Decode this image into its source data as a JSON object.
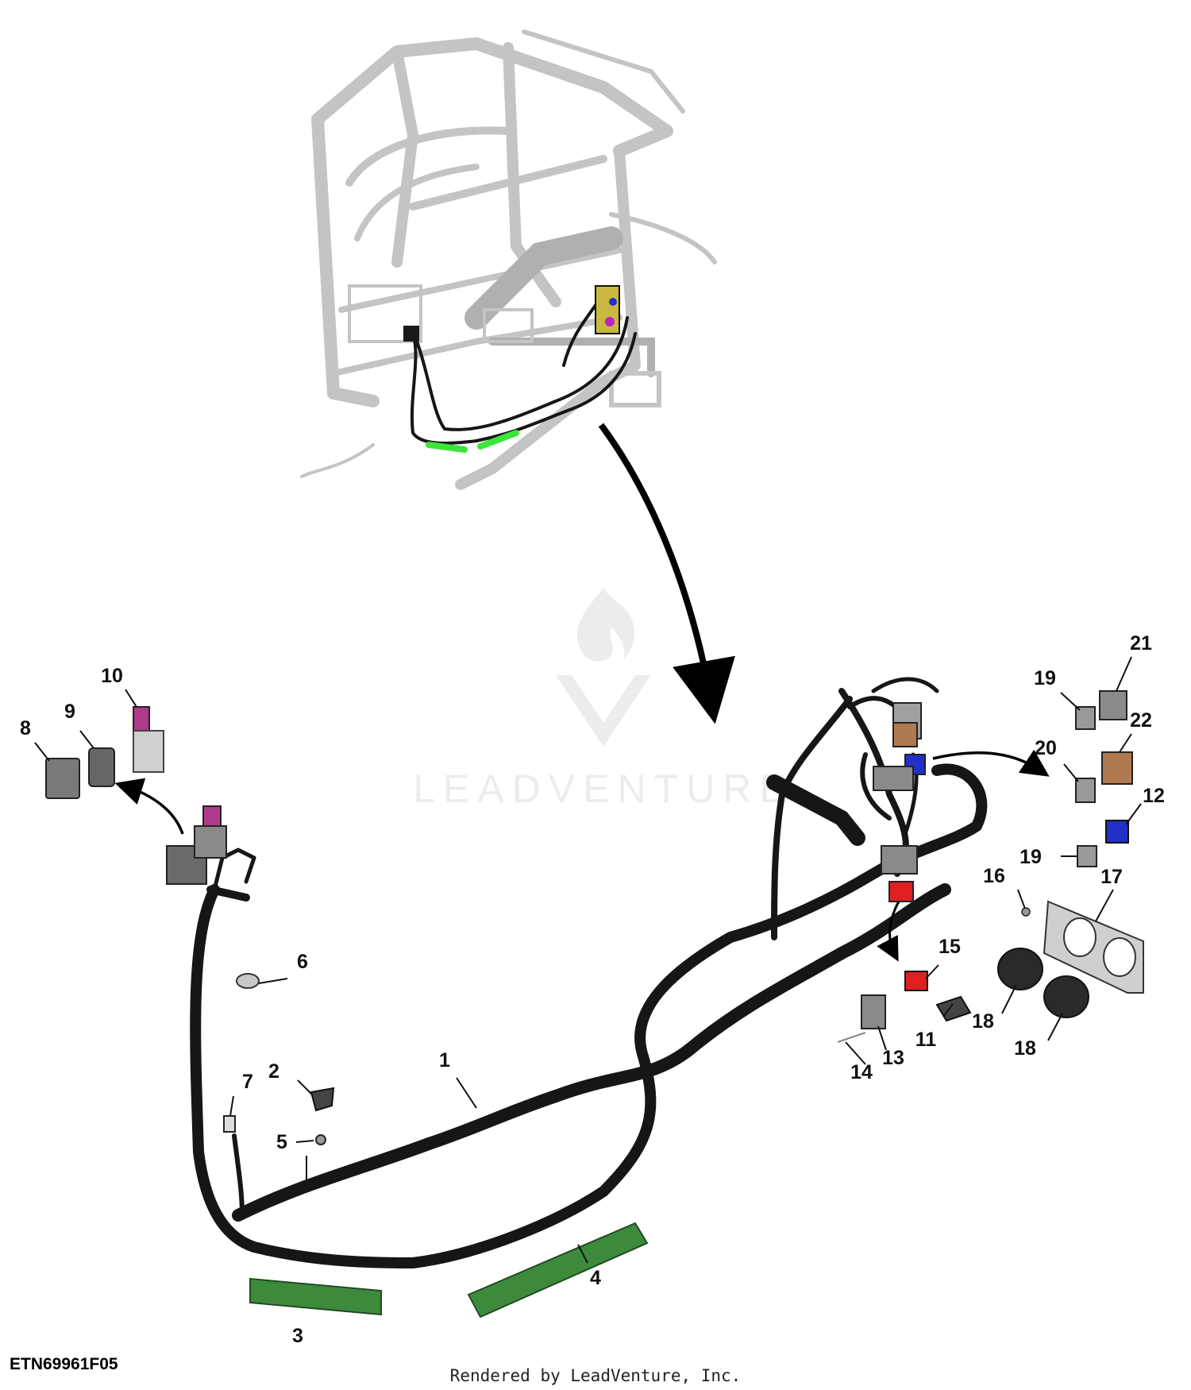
{
  "figure_id": "ETN69961F05",
  "credit": "Rendered by LeadVenture, Inc.",
  "watermark": {
    "text": "LEADVENTURE",
    "color": "#ececec"
  },
  "callouts": [
    "1",
    "2",
    "3",
    "4",
    "5",
    "6",
    "7",
    "8",
    "9",
    "10",
    "11",
    "12",
    "13",
    "14",
    "15",
    "16",
    "17",
    "18",
    "18",
    "19",
    "19",
    "20",
    "21",
    "22"
  ],
  "colors": {
    "harness": "#161616",
    "cab_outline": "#c4c4c4",
    "trough_green": "#3d8a3d",
    "highlight_green": "#39e639",
    "connector_magenta": "#b03a8a",
    "connector_blue": "#2230c8",
    "connector_red": "#e02020",
    "connector_brown": "#b07a50",
    "connector_gray": "#8a8a8a",
    "grommet": "#2a2a2a"
  },
  "icons": [
    "cab-icon",
    "flame-logo-icon",
    "arrow-icon"
  ]
}
